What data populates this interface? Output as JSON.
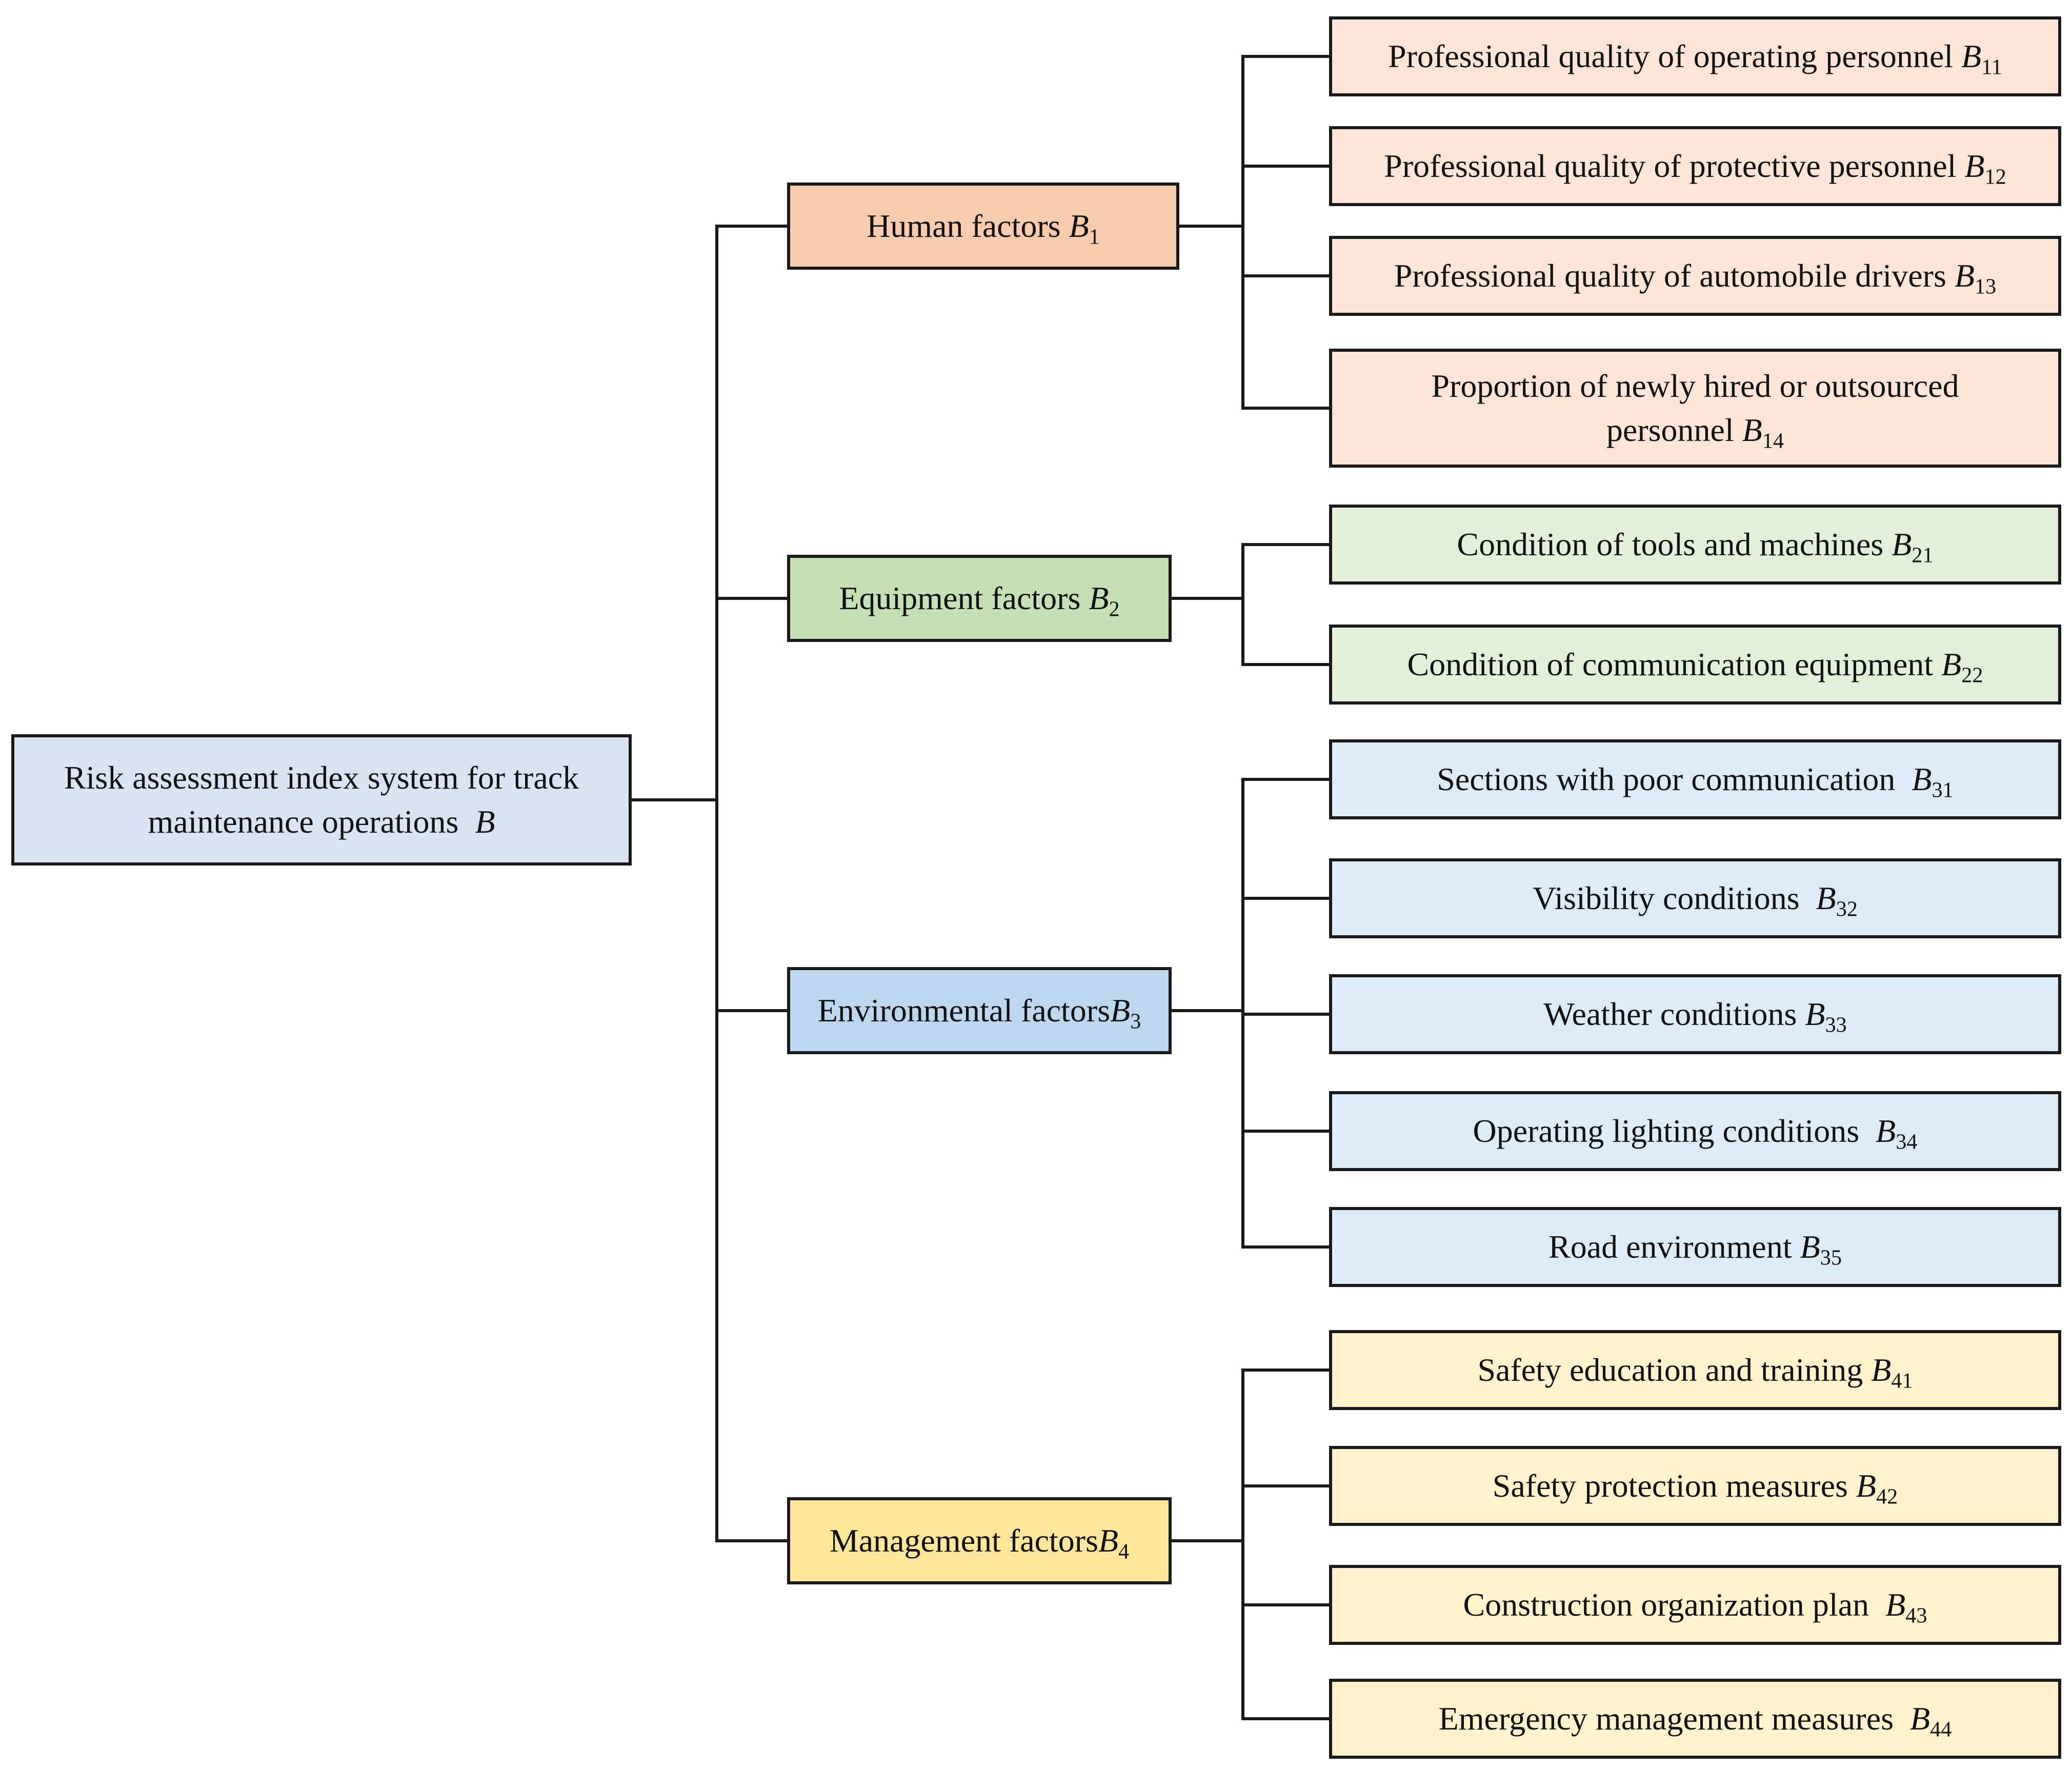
{
  "colors": {
    "root_fill": "#dae3f3",
    "line": "#1a1a1a",
    "human_head": "#f8cbad",
    "human_leaf": "#fce4d6",
    "equipment_head": "#c5e0b4",
    "equipment_leaf": "#e2f0d9",
    "environment_head": "#bdd7ee",
    "environment_leaf": "#ddebf7",
    "management_head": "#ffe699",
    "management_leaf": "#fff2cc"
  },
  "root": {
    "label": "Risk assessment index system for track maintenance operations",
    "symbol": "B",
    "sub": ""
  },
  "groups": [
    {
      "key": "human",
      "label": "Human factors",
      "symbol": "B",
      "sub": "1",
      "leaves": [
        {
          "label": "Professional quality of operating personnel",
          "symbol": "B",
          "sub": "11"
        },
        {
          "label": "Professional quality of protective personnel",
          "symbol": "B",
          "sub": "12"
        },
        {
          "label": "Professional quality of automobile drivers",
          "symbol": "B",
          "sub": "13"
        },
        {
          "label": "Proportion of newly hired or outsourced personnel",
          "symbol": "B",
          "sub": "14"
        }
      ]
    },
    {
      "key": "equipment",
      "label": "Equipment factors",
      "symbol": "B",
      "sub": "2",
      "leaves": [
        {
          "label": "Condition of tools and machines",
          "symbol": "B",
          "sub": "21"
        },
        {
          "label": "Condition of communication equipment",
          "symbol": "B",
          "sub": "22"
        }
      ]
    },
    {
      "key": "environment",
      "label": "Environmental factors",
      "symbol": "B",
      "sub": "3",
      "leaves": [
        {
          "label": "Sections with poor communication",
          "symbol": "B",
          "sub": "31"
        },
        {
          "label": "Visibility conditions",
          "symbol": "B",
          "sub": "32"
        },
        {
          "label": "Weather conditions",
          "symbol": "B",
          "sub": "33"
        },
        {
          "label": "Operating lighting conditions",
          "symbol": "B",
          "sub": "34"
        },
        {
          "label": "Road environment",
          "symbol": "B",
          "sub": "35"
        }
      ]
    },
    {
      "key": "management",
      "label": "Management factors",
      "symbol": "B",
      "sub": "4",
      "leaves": [
        {
          "label": "Safety education and training",
          "symbol": "B",
          "sub": "41"
        },
        {
          "label": "Safety protection measures",
          "symbol": "B",
          "sub": "42"
        },
        {
          "label": "Construction organization plan",
          "symbol": "B",
          "sub": "43"
        },
        {
          "label": "Emergency management measures",
          "symbol": "B",
          "sub": "44"
        }
      ]
    }
  ]
}
